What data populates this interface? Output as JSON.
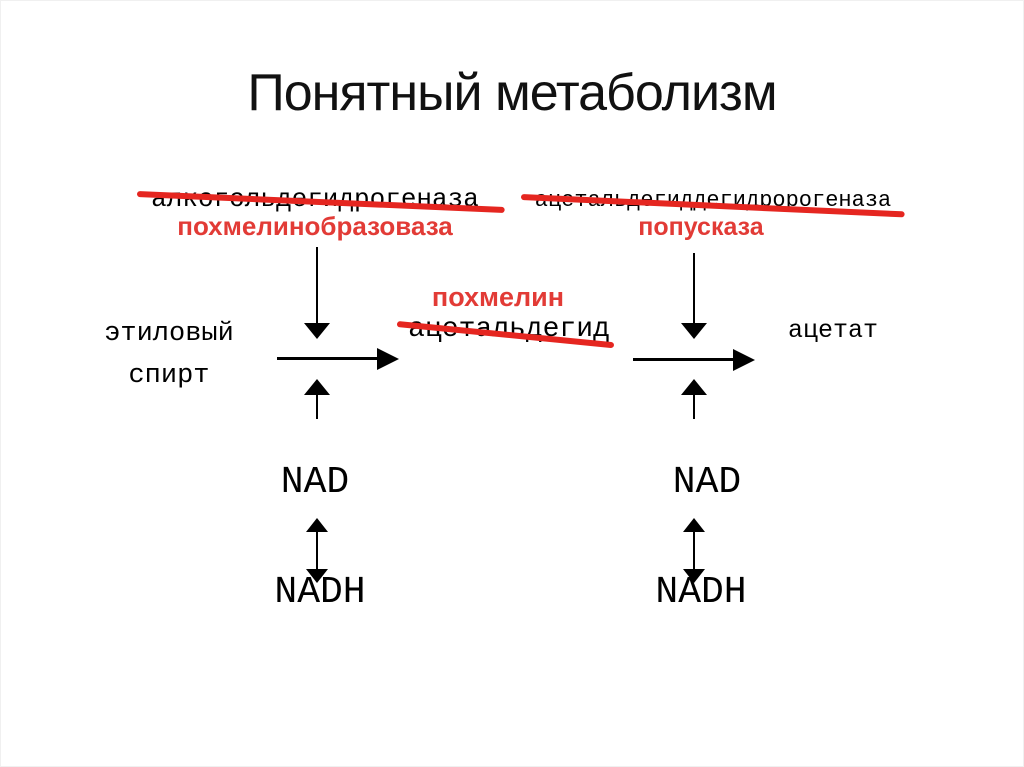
{
  "title": "Понятный метаболизм",
  "colors": {
    "background": "#ffffff",
    "text_black": "#000000",
    "red_text": "#e23b36",
    "red_strike": "#e52620"
  },
  "left_reaction": {
    "enzyme_crossed_out": "алкогольдегидрогеназа",
    "enzyme_joke_name": "похмелинобразоваза",
    "substrate_line1": "этиловый",
    "substrate_line2": "спирт",
    "cofactor_oxidized": "NAD",
    "cofactor_reduced": "NADH"
  },
  "intermediate": {
    "joke_name": "похмелин",
    "crossed_out_name": "ацетальдегид"
  },
  "right_reaction": {
    "enzyme_crossed_out": "ацетальдегиддегидророгеназа",
    "enzyme_joke_name": "попусказа",
    "product": "ацетат",
    "cofactor_oxidized": "NAD",
    "cofactor_reduced": "NADH"
  }
}
